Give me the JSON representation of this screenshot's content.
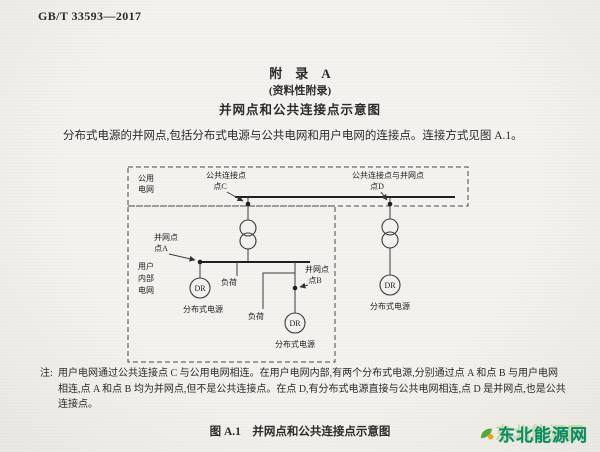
{
  "header": {
    "doc_number": "GB/T 33593—2017"
  },
  "titles": {
    "appendix": "附　录　A",
    "appendix_type": "(资料性附录)",
    "appendix_subject": "并网点和公共连接点示意图"
  },
  "body": {
    "intro": "分布式电源的并网点,包括分布式电源与公共电网和用户电网的连接点。连接方式见图 A.1。",
    "note_label": "注:",
    "note_text": "用户电网通过公共连接点 C 与公用电网相连。在用户电网内部,有两个分布式电源,分别通过点 A 和点 B 与用户电网相连,点 A 和点 B 均为并网点,但不是公共连接点。在点 D,有分布式电源直接与公共电网相连,点 D 是并网点,也是公共连接点。",
    "figure_caption": "图 A.1　并网点和公共连接点示意图"
  },
  "diagram": {
    "public_grid_line1": "公用",
    "public_grid_line2": "电网",
    "user_grid_line1": "用户",
    "user_grid_line2": "内部",
    "user_grid_line3": "电网",
    "pcc_label": "公共连接点",
    "point_c": "点C",
    "pcc_poc_label": "公共连接点与并网点",
    "point_d": "点D",
    "poc_label_a": "并网点",
    "point_a": "点A",
    "poc_label_b": "并网点",
    "point_b": "点B",
    "load_label_1": "负荷",
    "load_label_2": "负荷",
    "dr_abbr": "DR",
    "dr_label_1": "分布式电源",
    "dr_label_2": "分布式电源",
    "dr_label_3": "分布式电源"
  },
  "watermark": {
    "site_name": "东北能源网"
  },
  "colors": {
    "paper": "#f0eeea",
    "ink": "#2b2b2b",
    "watermark_green": "#0d8a63",
    "watermark_light": "#a0d478"
  }
}
